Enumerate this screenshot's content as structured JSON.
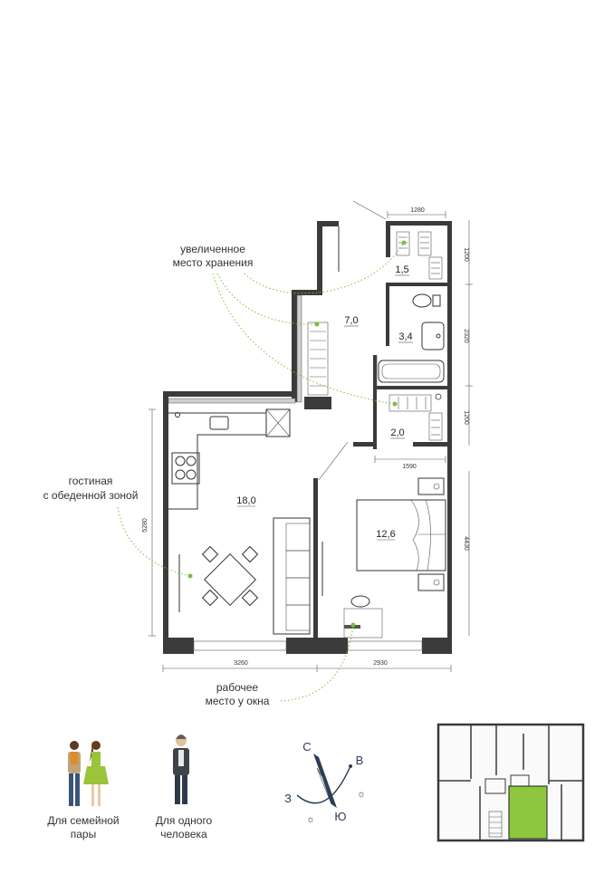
{
  "labels": {
    "storage": [
      "увеличенное",
      "место хранения"
    ],
    "living": [
      "гостиная",
      "с обеденной зоной"
    ],
    "workplace": [
      "рабочее",
      "место у окна"
    ]
  },
  "areas": {
    "pantry_top": "1,5",
    "corridor": "7,0",
    "bathroom": "3,4",
    "pantry_bottom": "2,0",
    "living_room": "18,0",
    "bedroom": "12,6"
  },
  "dimensions": {
    "top_width": "1280",
    "top_right_height": "1200",
    "bath_height": "2320",
    "lower_right_height": "1200",
    "pantry_width": "1590",
    "bedroom_height": "4430",
    "living_height": "5280",
    "living_width": "3260",
    "bedroom_width": "2930"
  },
  "legend": {
    "couple": [
      "Для семейной",
      "пары"
    ],
    "single": [
      "Для одного",
      "человека"
    ]
  },
  "compass": {
    "north": "С",
    "east": "В",
    "south": "Ю",
    "west": "З"
  },
  "colors": {
    "accent_green": "#7bbf3a",
    "wall": "#3b3b3b"
  }
}
